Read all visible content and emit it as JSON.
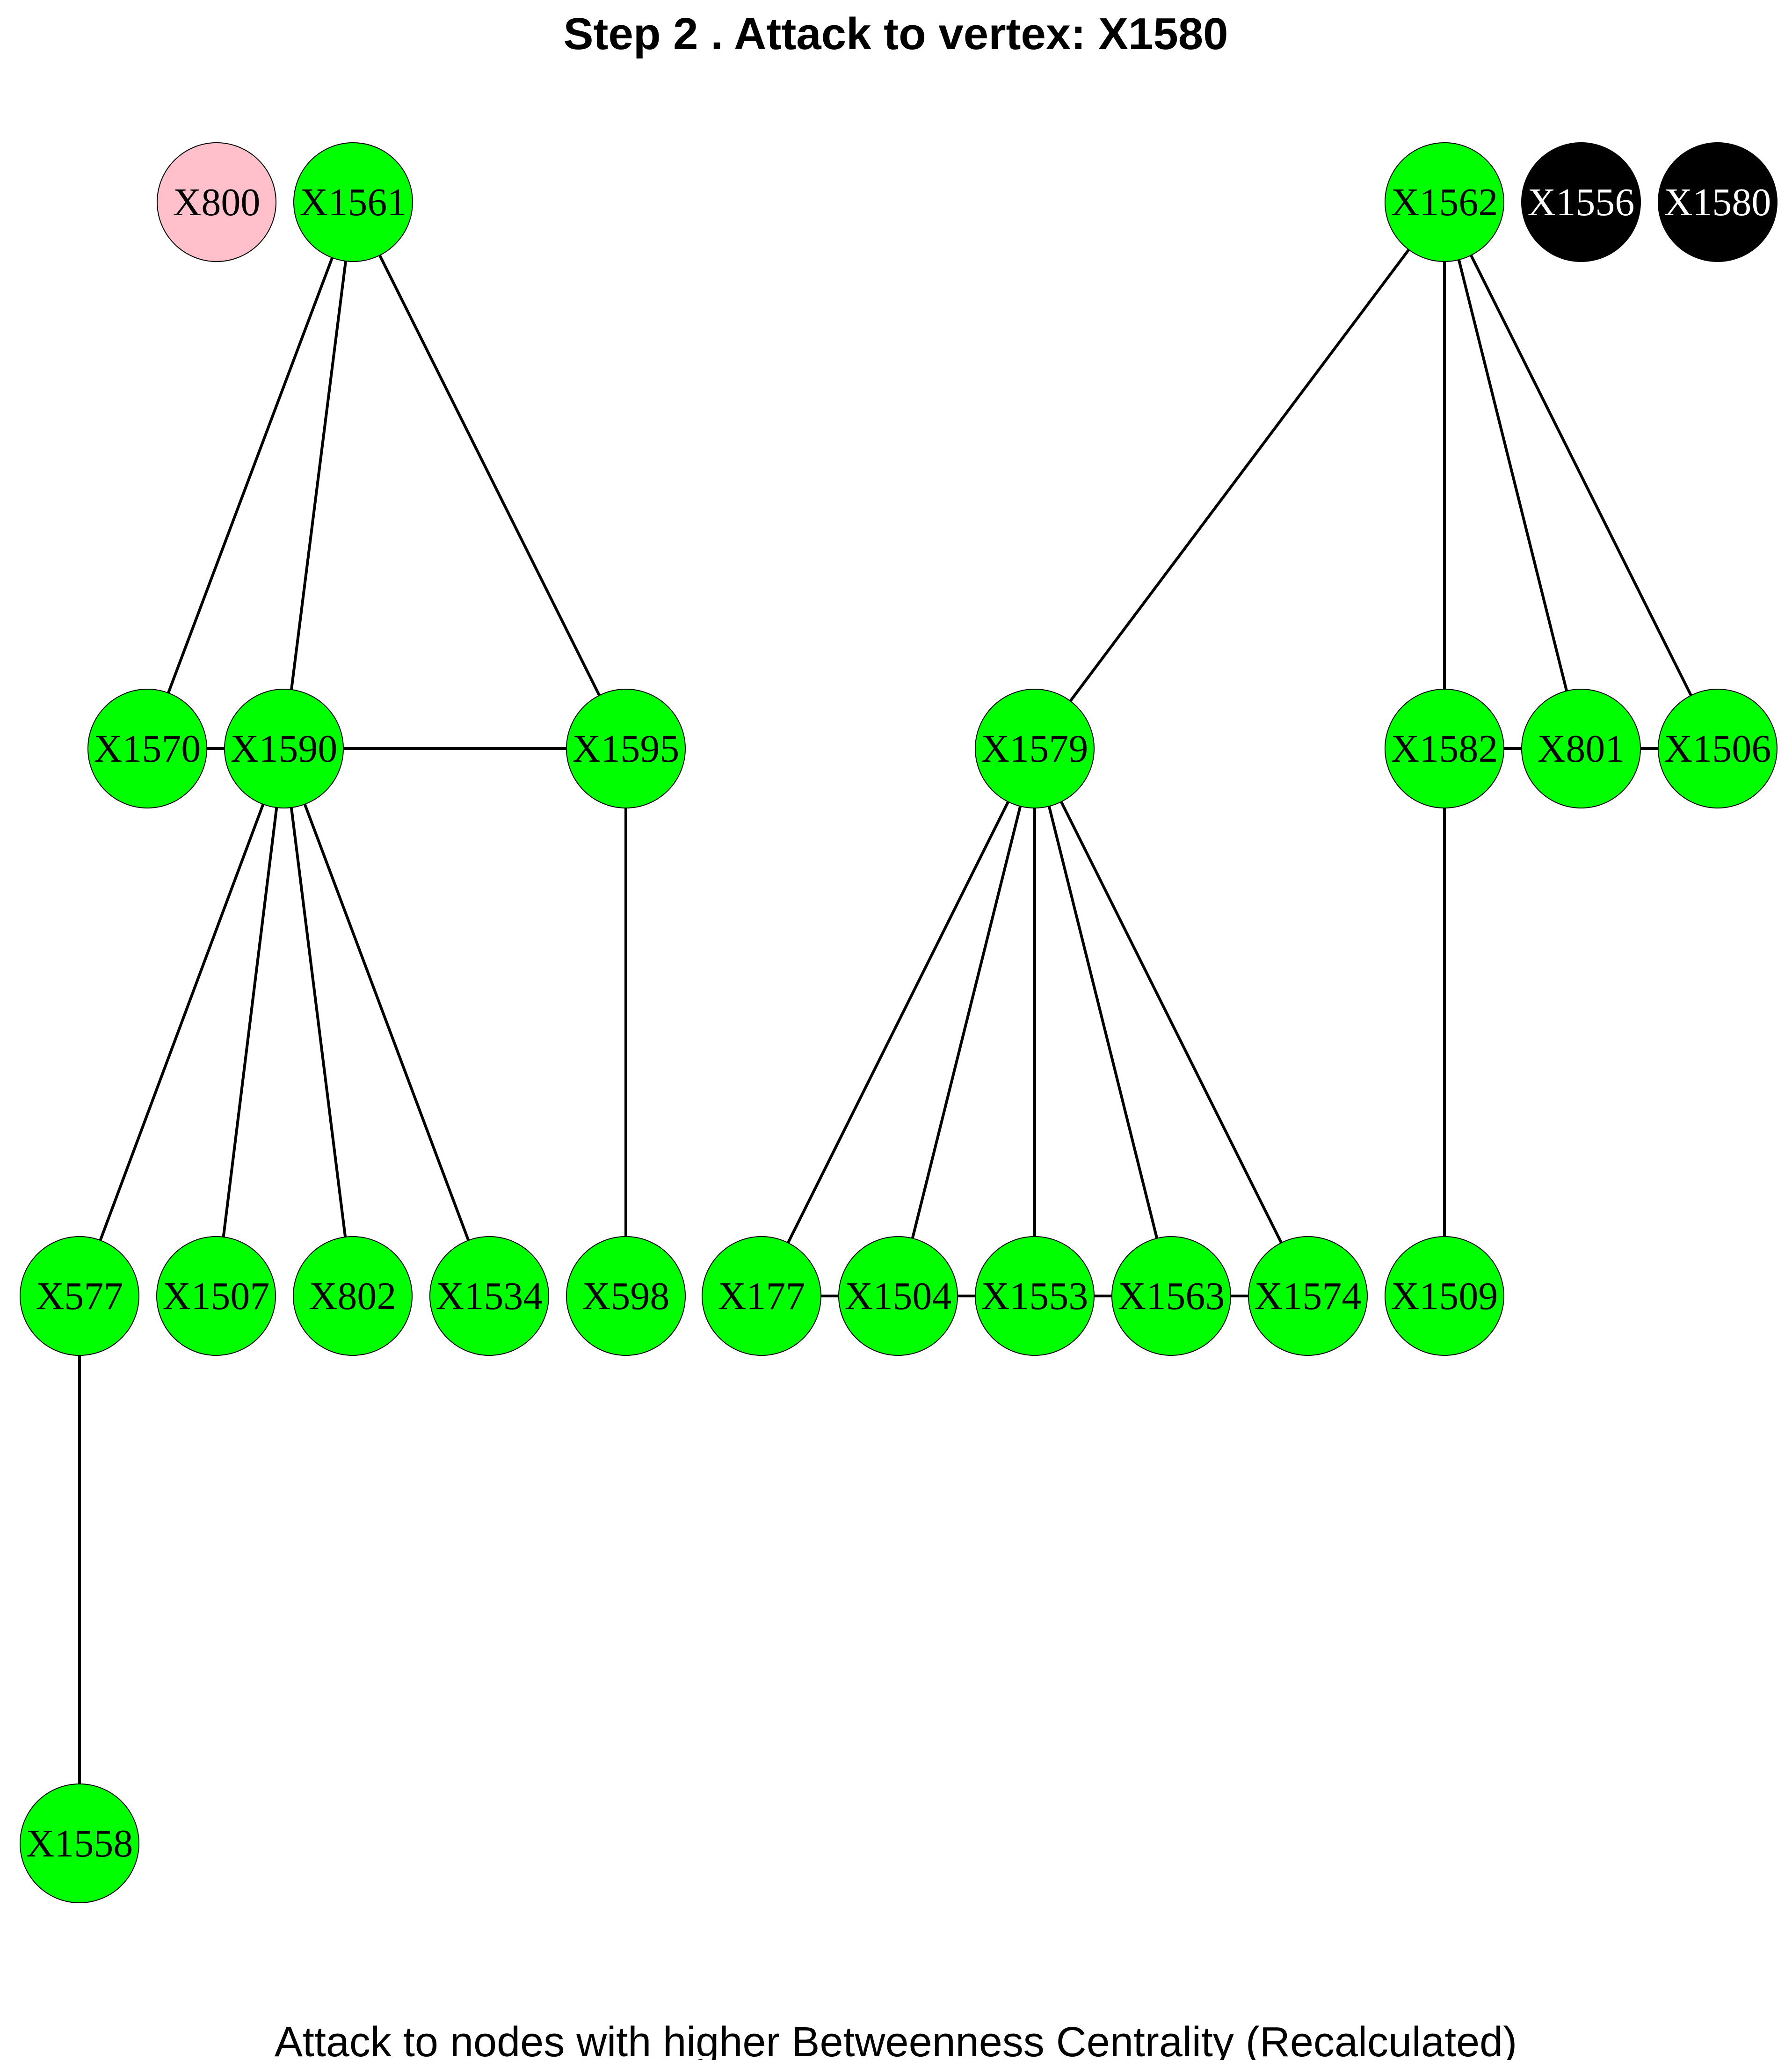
{
  "title": "Step 2 . Attack to vertex: X1580",
  "caption": "Attack to nodes with higher Betweenness Centrality (Recalculated)",
  "colors": {
    "active": "#00ff00",
    "removed": "#000000",
    "isolated": "#ffc0cb",
    "edge": "#000000",
    "label_dark": "#000000",
    "label_light": "#ffffff"
  },
  "nodes": [
    {
      "id": "X800",
      "status": "isolated"
    },
    {
      "id": "X1561",
      "status": "active"
    },
    {
      "id": "X1562",
      "status": "active"
    },
    {
      "id": "X1556",
      "status": "removed"
    },
    {
      "id": "X1580",
      "status": "removed"
    },
    {
      "id": "X1570",
      "status": "active"
    },
    {
      "id": "X1590",
      "status": "active"
    },
    {
      "id": "X1595",
      "status": "active"
    },
    {
      "id": "X1579",
      "status": "active"
    },
    {
      "id": "X1582",
      "status": "active"
    },
    {
      "id": "X801",
      "status": "active"
    },
    {
      "id": "X1506",
      "status": "active"
    },
    {
      "id": "X577",
      "status": "active"
    },
    {
      "id": "X1507",
      "status": "active"
    },
    {
      "id": "X802",
      "status": "active"
    },
    {
      "id": "X1534",
      "status": "active"
    },
    {
      "id": "X598",
      "status": "active"
    },
    {
      "id": "X177",
      "status": "active"
    },
    {
      "id": "X1504",
      "status": "active"
    },
    {
      "id": "X1553",
      "status": "active"
    },
    {
      "id": "X1563",
      "status": "active"
    },
    {
      "id": "X1574",
      "status": "active"
    },
    {
      "id": "X1509",
      "status": "active"
    },
    {
      "id": "X1558",
      "status": "active"
    }
  ],
  "edges": [
    [
      "X1561",
      "X1570"
    ],
    [
      "X1561",
      "X1590"
    ],
    [
      "X1561",
      "X1595"
    ],
    [
      "X1570",
      "X1590"
    ],
    [
      "X1590",
      "X1595"
    ],
    [
      "X1590",
      "X577"
    ],
    [
      "X1590",
      "X1507"
    ],
    [
      "X1590",
      "X802"
    ],
    [
      "X1590",
      "X1534"
    ],
    [
      "X1595",
      "X598"
    ],
    [
      "X577",
      "X1558"
    ],
    [
      "X1562",
      "X1579"
    ],
    [
      "X1562",
      "X1582"
    ],
    [
      "X1562",
      "X801"
    ],
    [
      "X1562",
      "X1506"
    ],
    [
      "X1582",
      "X801"
    ],
    [
      "X801",
      "X1506"
    ],
    [
      "X1582",
      "X1509"
    ],
    [
      "X1579",
      "X177"
    ],
    [
      "X1579",
      "X1504"
    ],
    [
      "X1579",
      "X1553"
    ],
    [
      "X1579",
      "X1563"
    ],
    [
      "X1579",
      "X1574"
    ],
    [
      "X177",
      "X1504"
    ],
    [
      "X1504",
      "X1553"
    ],
    [
      "X1553",
      "X1563"
    ],
    [
      "X1563",
      "X1574"
    ]
  ]
}
